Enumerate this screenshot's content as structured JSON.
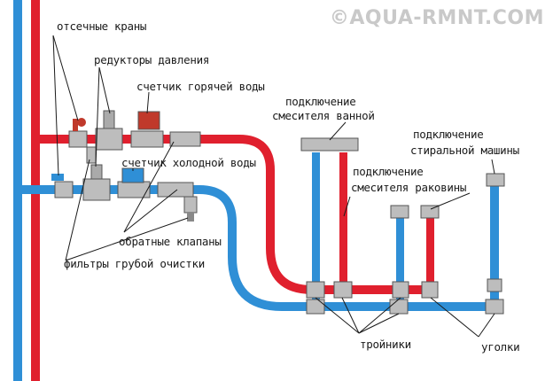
{
  "watermark": "©AQUA-RMNT.COM",
  "labels": {
    "shutoff_valves": "отсечные краны",
    "pressure_reducers": "редукторы давления",
    "hot_meter": "счетчик горячей воды",
    "cold_meter": "счетчик холодной воды",
    "check_valves": "обратные клапаны",
    "coarse_filters": "фильтры грубой очистки",
    "bath_mixer_1": "подключение",
    "bath_mixer_2": "смесителя ванной",
    "sink_mixer_1": "подключение",
    "sink_mixer_2": "смесителя раковины",
    "washer_1": "подключение",
    "washer_2": "стиральной машины",
    "tees": "тройники",
    "elbows": "уголки"
  },
  "colors": {
    "hot": "#e0202e",
    "cold": "#2f8fd6",
    "fitting": "#a9a9a9",
    "label": "#1a1a1a"
  }
}
